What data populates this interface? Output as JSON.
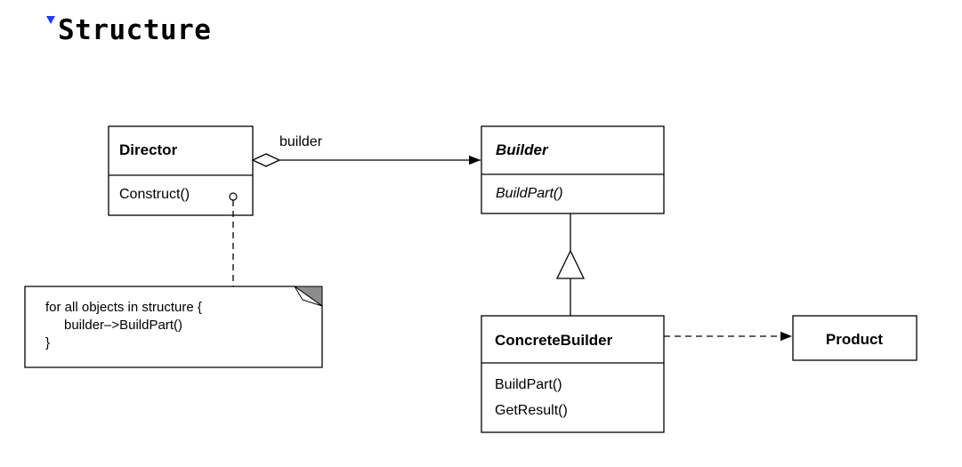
{
  "section": {
    "heading": "Structure",
    "expand_icon": "triangle-down-icon",
    "accent_color": "#1f3cf2"
  },
  "diagram": {
    "classes": {
      "director": {
        "name": "Director",
        "operations": [
          "Construct()"
        ]
      },
      "builder": {
        "name": "Builder",
        "operations": [
          "BuildPart()"
        ]
      },
      "concrete_builder": {
        "name": "ConcreteBuilder",
        "operations": [
          "BuildPart()",
          "GetResult()"
        ]
      },
      "product": {
        "name": "Product"
      }
    },
    "association_label": "builder",
    "note": {
      "lines": [
        "for all objects in structure {",
        "builder–>BuildPart()",
        "}"
      ]
    }
  }
}
